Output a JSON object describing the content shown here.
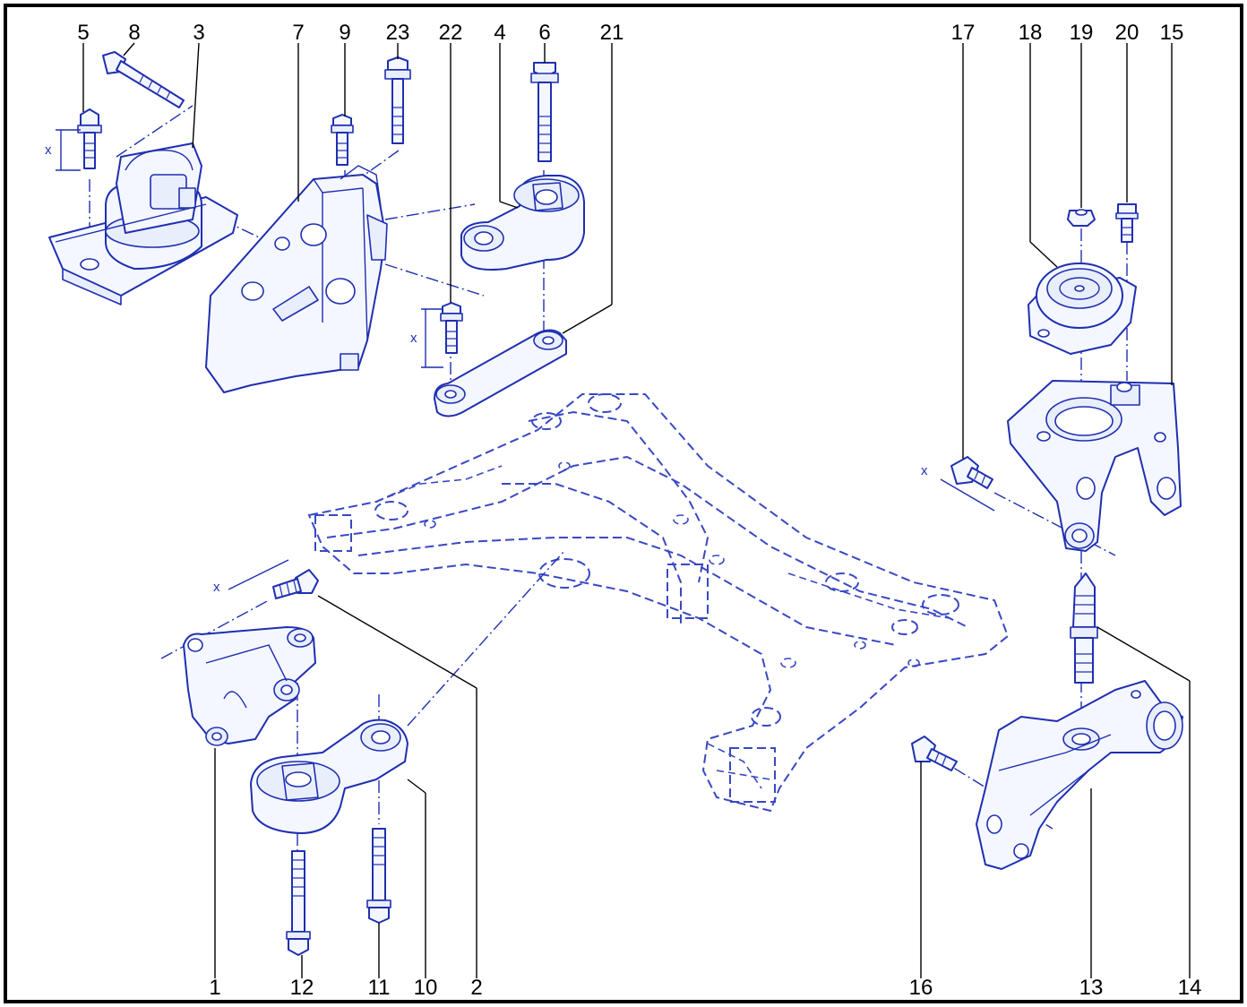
{
  "diagram": {
    "callouts": [
      {
        "id": "c5",
        "label": "5"
      },
      {
        "id": "c8",
        "label": "8"
      },
      {
        "id": "c3",
        "label": "3"
      },
      {
        "id": "c7",
        "label": "7"
      },
      {
        "id": "c9",
        "label": "9"
      },
      {
        "id": "c23",
        "label": "23"
      },
      {
        "id": "c22",
        "label": "22"
      },
      {
        "id": "c4",
        "label": "4"
      },
      {
        "id": "c6",
        "label": "6"
      },
      {
        "id": "c21",
        "label": "21"
      },
      {
        "id": "c17",
        "label": "17"
      },
      {
        "id": "c18",
        "label": "18"
      },
      {
        "id": "c19",
        "label": "19"
      },
      {
        "id": "c20",
        "label": "20"
      },
      {
        "id": "c15",
        "label": "15"
      },
      {
        "id": "c1",
        "label": "1"
      },
      {
        "id": "c12",
        "label": "12"
      },
      {
        "id": "c11",
        "label": "11"
      },
      {
        "id": "c10",
        "label": "10"
      },
      {
        "id": "c2",
        "label": "2"
      },
      {
        "id": "c16",
        "label": "16"
      },
      {
        "id": "c13",
        "label": "13"
      },
      {
        "id": "c14",
        "label": "14"
      }
    ],
    "dimension_label": "x",
    "colors": {
      "line": "#1f2fb0",
      "fill": "#f4f7ff",
      "frame": "#000000"
    }
  }
}
